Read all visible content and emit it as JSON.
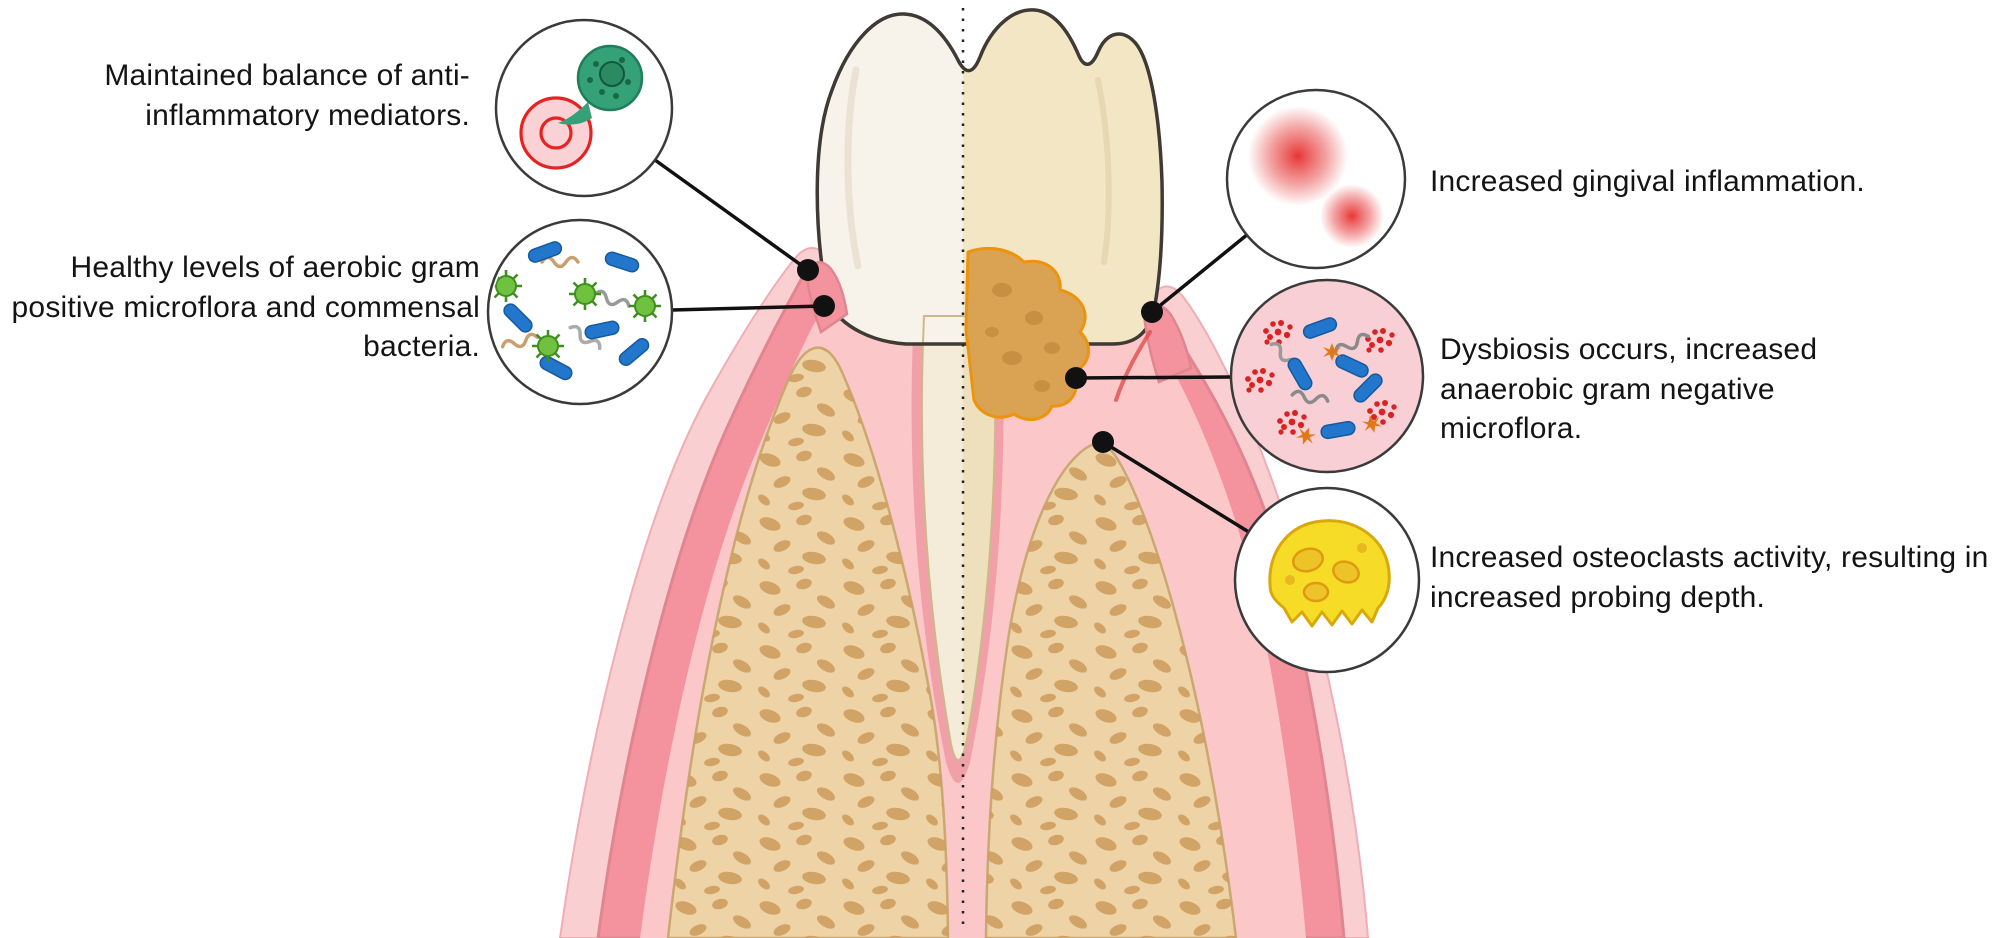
{
  "figure": {
    "type": "periodontal-health-vs-disease-diagram",
    "annotations": {
      "mediators": {
        "text": "Maintained balance of anti-inflammatory mediators.",
        "icon": "immune-cells-icon",
        "side": "left"
      },
      "healthy_flora": {
        "text": "Healthy levels of aerobic gram positive microflora and commensal bacteria.",
        "icon": "healthy-bacteria-icon",
        "side": "left"
      },
      "inflammation": {
        "text": "Increased gingival inflammation.",
        "icon": "inflammation-icon",
        "side": "right"
      },
      "dysbiosis": {
        "text": "Dysbiosis occurs, increased anaerobic gram negative microflora.",
        "icon": "dysbiosis-bacteria-icon",
        "side": "right"
      },
      "osteoclasts": {
        "text": "Increased osteoclasts activity, resulting in increased probing depth.",
        "icon": "osteoclast-icon",
        "side": "right"
      }
    },
    "colors": {
      "gum_halo": "#F9CFD1",
      "gum_dark": "#F4939D",
      "gum_light": "#FBC7C8",
      "bone": "#EDD3A6",
      "bone_speckle": "#CF9D60",
      "tooth_left_half": "#F8F3EA",
      "tooth_right_half": "#F2E6C4",
      "root_left": "#F4ECD8",
      "root_right": "#EEE0BC",
      "plaque": "#D9A353",
      "plaque_outline": "#EC940C",
      "inflammation_red": "#E62B2B",
      "osteoclast_yellow": "#F6DC26",
      "cell_green": "#35A178",
      "bacteria_blue": "#2277CC",
      "bacteria_green": "#6FC13F",
      "dysbiosis_bg": "#F8CFD4",
      "outline": "#3F3A34"
    }
  }
}
